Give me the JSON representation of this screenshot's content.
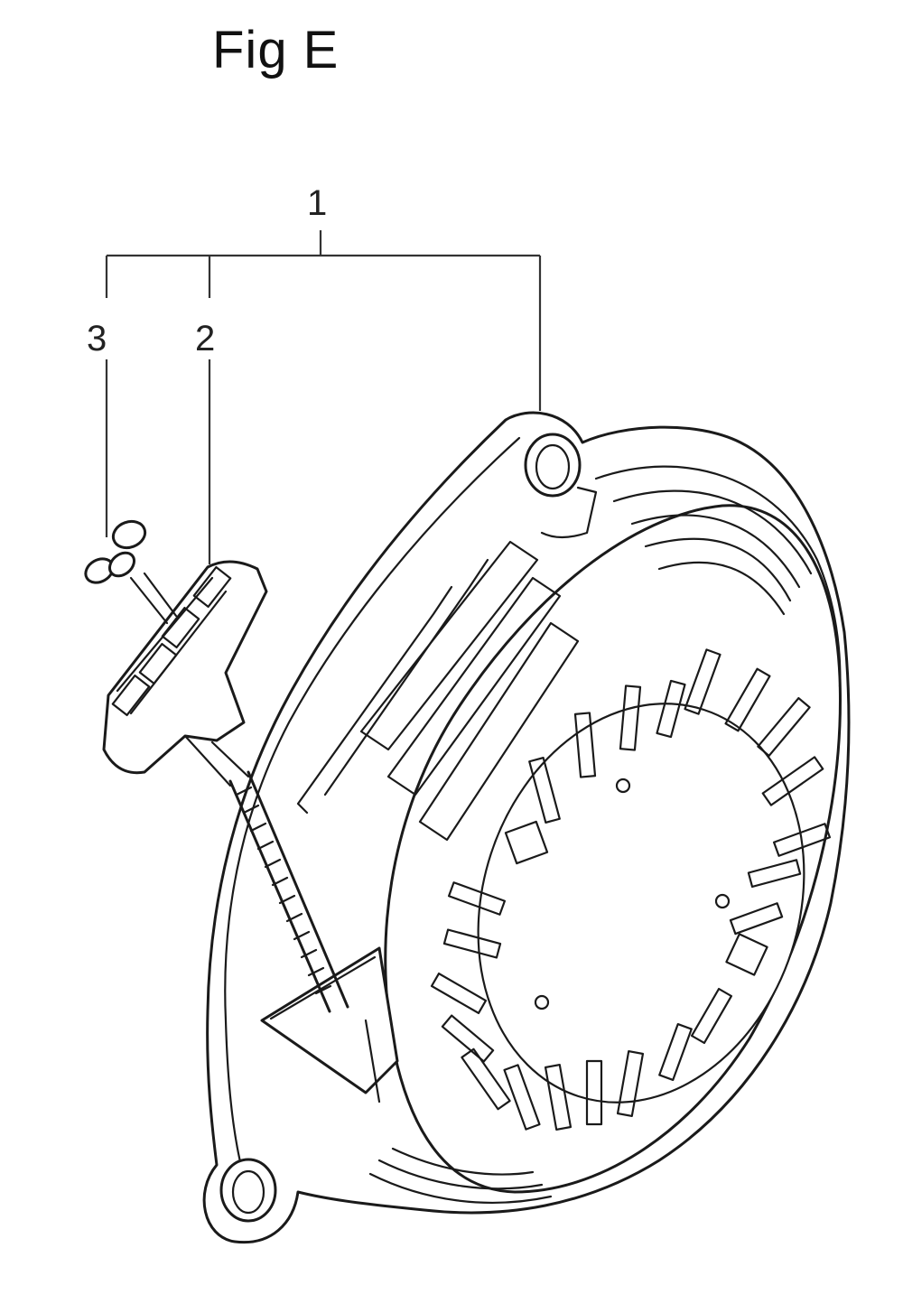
{
  "figure": {
    "title": "Fig E",
    "callouts": {
      "assembly": "1",
      "handle": "2",
      "knot": "3"
    },
    "colors": {
      "ink": "#1a1a1a",
      "paper": "#ffffff"
    }
  }
}
